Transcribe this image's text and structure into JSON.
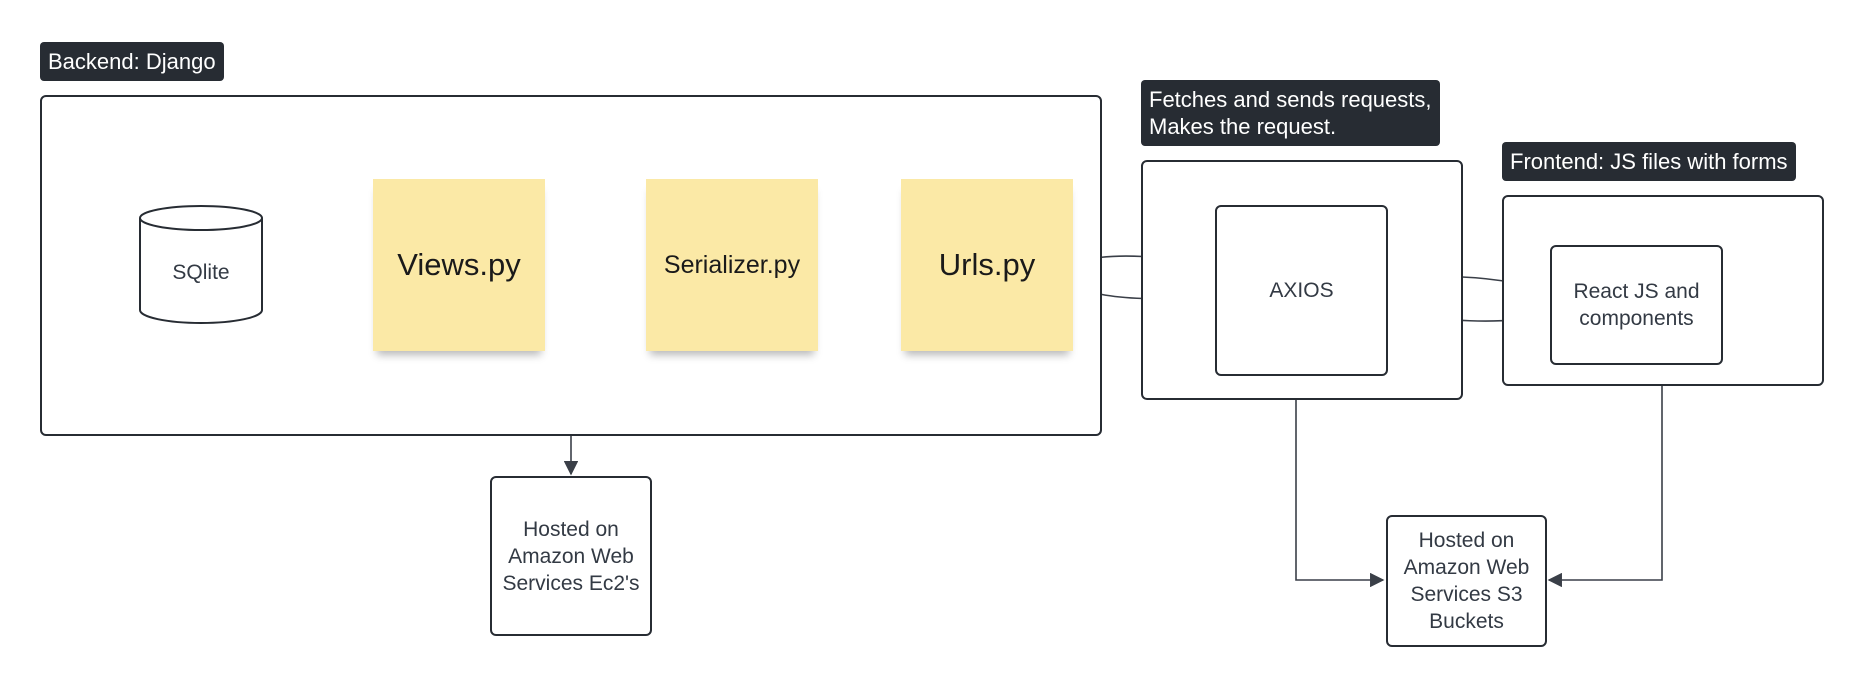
{
  "labels": {
    "backend": "Backend: Django",
    "fetches": "Fetches and sends requests,\nMakes the request.",
    "frontend": "Frontend: JS files with forms"
  },
  "nodes": {
    "sqlite": "SQlite",
    "views": "Views.py",
    "serializer": "Serializer.py",
    "urls": "Urls.py",
    "axios": "AXIOS",
    "react": "React JS and\ncomponents",
    "ec2": "Hosted on\nAmazon Web\nServices Ec2's",
    "s3": "Hosted on\nAmazon Web\nServices S3\nBuckets"
  },
  "colors": {
    "sticky": "#fbe9a6",
    "stroke": "#272c33",
    "label_bg": "#272c33",
    "connector": "#3a3f48"
  }
}
